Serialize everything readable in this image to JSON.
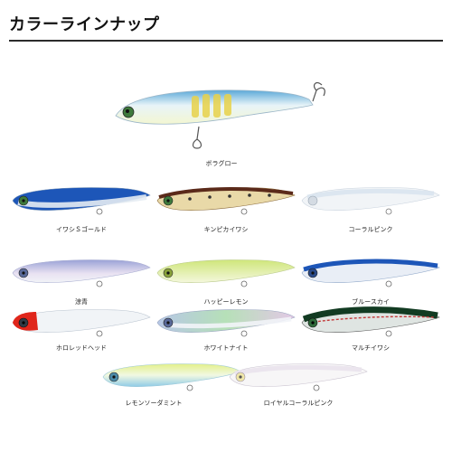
{
  "header": {
    "title": "カラーラインナップ"
  },
  "colors": {
    "rule": "#2b2b2b",
    "title": "#111111",
    "background": "#ffffff"
  },
  "featured": {
    "name": "ボラグロー",
    "back": "#5aa8d8",
    "belly": "#f3f6d2",
    "stripe": "#e8d24a"
  },
  "lures": [
    {
      "name": "イワシＳゴールド",
      "back": "#1d56b8",
      "belly": "#e6ecf3",
      "accent": "#c79a3b",
      "eye": "#3e7a3c"
    },
    {
      "name": "キンピカイワシ",
      "back": "#5b2a1a",
      "belly": "#e9d9a8",
      "accent": "#caa24a",
      "eye": "#3e7a3c"
    },
    {
      "name": "コーラルピンク",
      "back": "#d7e2ee",
      "belly": "#f4f6f8",
      "accent": "#eadfe8",
      "eye": "#b8c2cc"
    },
    {
      "name": "涼青",
      "back": "#9aa2d6",
      "belly": "#f1f3f7",
      "accent": "#c79bd0",
      "eye": "#5a6a9a"
    },
    {
      "name": "ハッピーレモン",
      "back": "#cfe67a",
      "belly": "#f4f7dd",
      "accent": "#e8f0b0",
      "eye": "#8aa23a"
    },
    {
      "name": "ブルースカイ",
      "back": "#1d56b8",
      "belly": "#e9eef6",
      "accent": "#9db9e0",
      "eye": "#2a4a8a"
    },
    {
      "name": "ホロレッドヘッド",
      "back": "#d6dde6",
      "belly": "#f4f6f8",
      "accent": "#e0261b",
      "eye": "#2f3a45"
    },
    {
      "name": "ホワイトナイト",
      "back": "#b7c7e6",
      "belly": "#f2f4f8",
      "accent": "#7fc08a",
      "eye": "#5a6a9a"
    },
    {
      "name": "マルチイワシ",
      "back": "#123b22",
      "belly": "#dfe5e2",
      "accent": "#c23a3a",
      "eye": "#2f6a3a"
    },
    {
      "name": "レモンソーダミント",
      "back": "#8fcbe6",
      "belly": "#f1f8e2",
      "accent": "#e3f08a",
      "eye": "#4a8aa8"
    },
    {
      "name": "ロイヤルコーラルピンク",
      "back": "#e9e3ec",
      "belly": "#f7f6f7",
      "accent": "#efe6a8",
      "eye": "#9a8fa6"
    }
  ]
}
